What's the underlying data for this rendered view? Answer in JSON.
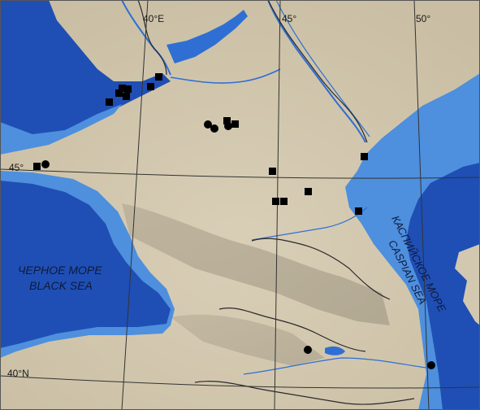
{
  "labels": {
    "lon40": "40°E",
    "lon45": "45°",
    "lon50": "50°",
    "lat45": "45°",
    "lat40": "40°N",
    "black_sea_ru": "ЧЕРНОЕ МОРЕ",
    "black_sea_en": "BLACK SEA",
    "caspian_ru": "КАСПИЙСКОЕ МОРЕ",
    "caspian_en": "CASPIAN SEA"
  },
  "colors": {
    "land": "#d2c8b0",
    "sea_deep": "#1f4fb4",
    "sea_shallow": "#4e8fde",
    "river": "#2f6fd3",
    "border": "#2a2a2a",
    "graticule": "#333333",
    "marker": "#000000"
  },
  "legend_markers": {
    "square": "square-marker-icon",
    "circle": "circle-marker-icon"
  }
}
